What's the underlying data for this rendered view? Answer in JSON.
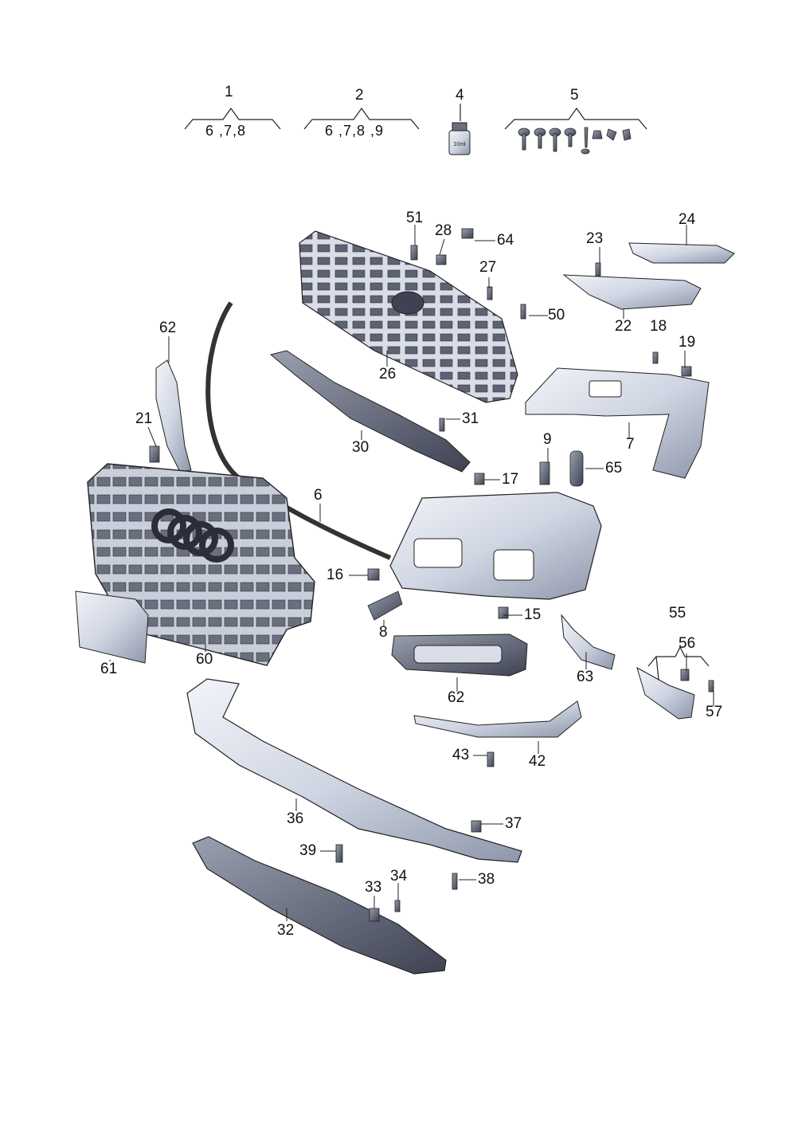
{
  "group_labels": [
    {
      "number": "1",
      "contents": "6 ,7,8"
    },
    {
      "number": "2",
      "contents": "6 ,7,8 ,9"
    },
    {
      "number": "4",
      "contents": ""
    },
    {
      "number": "5",
      "contents": ""
    },
    {
      "number": "55",
      "contents": ""
    }
  ],
  "bottle_label": "10ml",
  "part_numbers": [
    "51",
    "28",
    "64",
    "24",
    "23",
    "27",
    "50",
    "22",
    "18",
    "19",
    "62",
    "26",
    "21",
    "31",
    "30",
    "9",
    "17",
    "65",
    "7",
    "6",
    "16",
    "15",
    "8",
    "62",
    "63",
    "61",
    "60",
    "56",
    "57",
    "43",
    "42",
    "37",
    "36",
    "39",
    "34",
    "33",
    "38",
    "32"
  ],
  "colors": {
    "part_fill": "#dfe4ef",
    "part_shade": "#9aa3b8",
    "part_dark": "#3b3f4e",
    "line": "#222222"
  }
}
